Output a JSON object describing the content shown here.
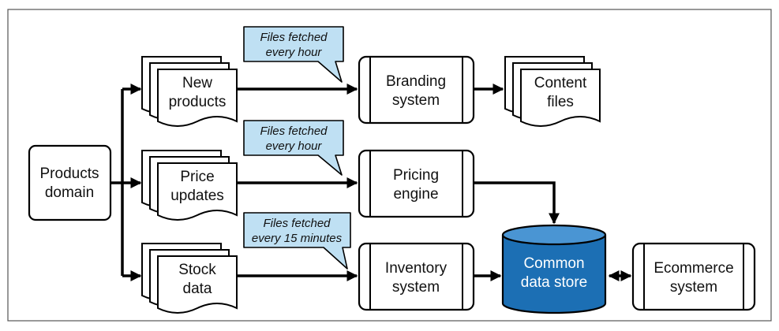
{
  "colors": {
    "callout_fill": "#bfe0f3",
    "store_fill": "#1c6fb4",
    "store_top": "#4a95d3",
    "line": "#000000"
  },
  "nodes": {
    "products_domain": [
      "Products",
      "domain"
    ],
    "new_products": [
      "New",
      "products"
    ],
    "price_updates": [
      "Price",
      "updates"
    ],
    "stock_data": [
      "Stock",
      "data"
    ],
    "branding_system": [
      "Branding",
      "system"
    ],
    "content_files": [
      "Content",
      "files"
    ],
    "pricing_engine": [
      "Pricing",
      "engine"
    ],
    "inventory_system": [
      "Inventory",
      "system"
    ],
    "common_data_store": [
      "Common",
      "data store"
    ],
    "ecommerce_system": [
      "Ecommerce",
      "system"
    ]
  },
  "callouts": {
    "new_products": [
      "Files fetched",
      "every hour"
    ],
    "price_updates": [
      "Files fetched",
      "every hour"
    ],
    "stock_data": [
      "Files fetched",
      "every 15 minutes"
    ]
  }
}
